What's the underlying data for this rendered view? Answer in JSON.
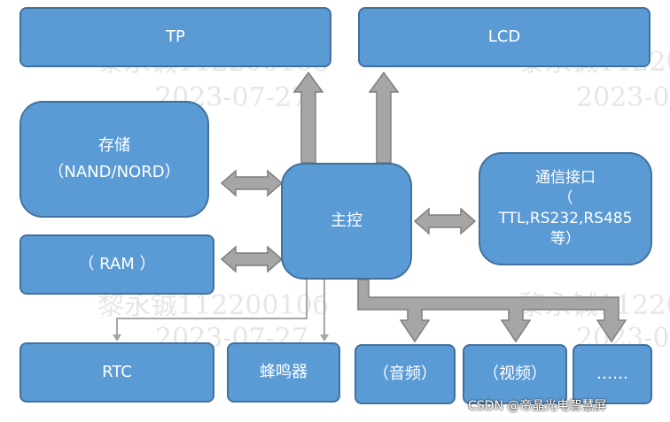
{
  "watermark": {
    "name": "黎永铖11220010б",
    "date": "2023-07-27"
  },
  "boxes": {
    "tp": "TP",
    "lcd": "LCD",
    "storage_title": "存储",
    "storage_sub": "（NAND/NORD）",
    "ram": "（ RAM ）",
    "main": "主控",
    "comm_title": "通信接口",
    "comm_paren": "（",
    "comm_protocols": "TTL,RS232,RS485",
    "comm_tail": "等）",
    "rtc": "RTC",
    "buzzer": "蜂鸣器",
    "audio": "（音频）",
    "video": "（视频）",
    "more": "……"
  },
  "credit": "CSDN @帝晶光电智慧屏",
  "colors": {
    "box_fill": "#5b9bd5",
    "box_border": "#41719c",
    "arrow_fill": "#a6a6a6",
    "arrow_border": "#7f7f7f",
    "thin_line": "#a6a6a6"
  }
}
